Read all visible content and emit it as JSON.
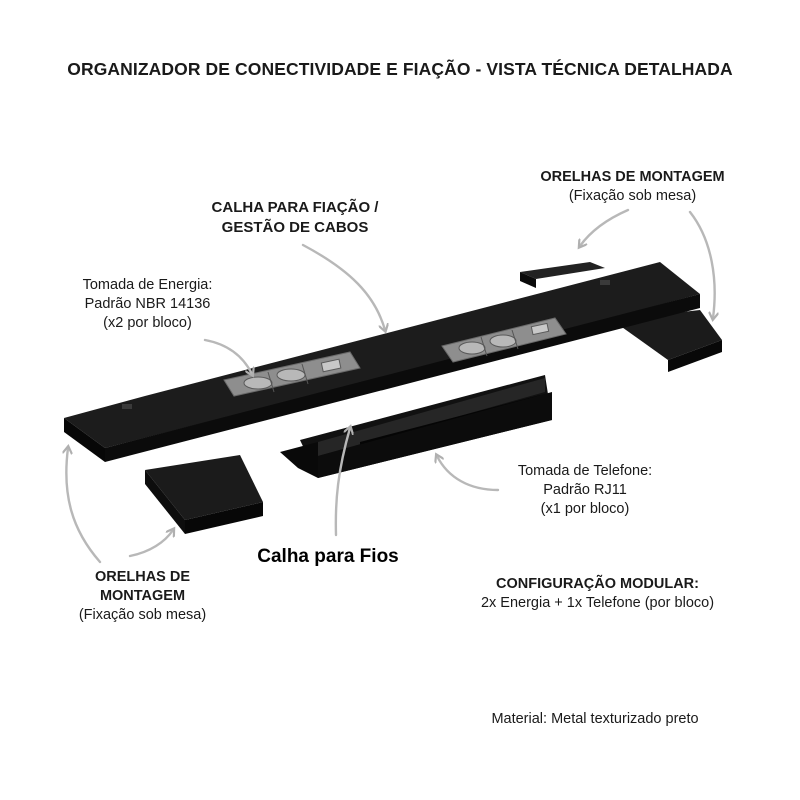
{
  "title": "ORGANIZADOR DE CONECTIVIDADE E FIAÇÃO - VISTA TÉCNICA DETALHADA",
  "labels": {
    "calha_fiacao": [
      "CALHA PARA FIAÇÃO /",
      "GESTÃO DE CABOS"
    ],
    "orelhas_top": [
      "ORELHAS DE MONTAGEM",
      "(Fixação sob mesa)"
    ],
    "tomada_energia": [
      "Tomada de Energia:",
      "Padrão NBR 14136",
      "(x2 por bloco)"
    ],
    "tomada_telefone": [
      "Tomada de Telefone:",
      "Padrão RJ11",
      "(x1 por bloco)"
    ],
    "calha_fios": "Calha para Fios",
    "orelhas_bottom": [
      "ORELHAS DE",
      "MONTAGEM",
      "(Fixação sob mesa)"
    ],
    "config_modular": [
      "CONFIGURAÇÃO MODULAR:",
      "2x Energia + 1x Telefone (por bloco)"
    ],
    "material": "Material: Metal texturizado preto"
  },
  "colors": {
    "metal": "#141414",
    "metal_side": "#050505",
    "metal_top": "#1e1e1e",
    "socket_plate": "#9a9a9a",
    "arrow": "#b8b8b8"
  }
}
